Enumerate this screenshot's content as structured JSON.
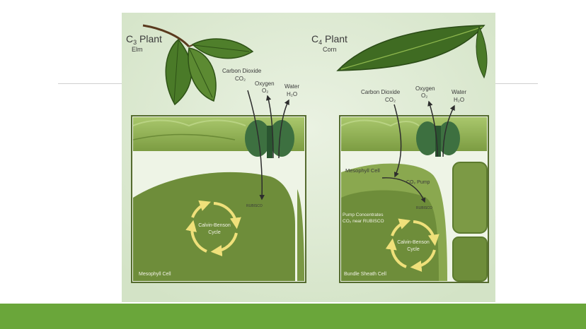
{
  "figure": {
    "c3": {
      "title_main": "C",
      "title_sub": "3",
      "title_rest": " Plant",
      "species": "Elm",
      "co2_name": "Carbon Dioxide",
      "co2_formula": "CO₂",
      "o2_name": "Oxygen",
      "o2_formula": "O₂",
      "water_name": "Water",
      "water_formula": "H₂O",
      "enzyme": "RUBISCO",
      "cycle_line1": "Calvin-Benson",
      "cycle_line2": "Cycle",
      "cell_label": "Mesophyll Cell"
    },
    "c4": {
      "title_main": "C",
      "title_sub": "4",
      "title_rest": " Plant",
      "species": "Corn",
      "co2_name": "Carbon Dioxide",
      "co2_formula": "CO₂",
      "o2_name": "Oxygen",
      "o2_formula": "O₂",
      "water_name": "Water",
      "water_formula": "H₂O",
      "mesophyll_label": "Mesophyll Cell",
      "pump_label": "CO₂ Pump",
      "enzyme": "RUBISCO",
      "pump_note_line1": "Pump Concentrates",
      "pump_note_line2": "CO₂ near RUBISCO",
      "cycle_line1": "Calvin-Benson",
      "cycle_line2": "Cycle",
      "cell_label": "Bundle Sheath Cell"
    }
  },
  "colors": {
    "footer": "#6aa63a",
    "panel_bg": "#dde9d3",
    "cell_dark": "#6e8d3a",
    "cell_mid": "#8aa84f",
    "leaf_dark": "#3f6b22",
    "cycle_arrow": "#efe07a"
  },
  "icons": [
    "elm-leaf-icon",
    "corn-leaf-icon",
    "calvin-cycle-icon"
  ]
}
